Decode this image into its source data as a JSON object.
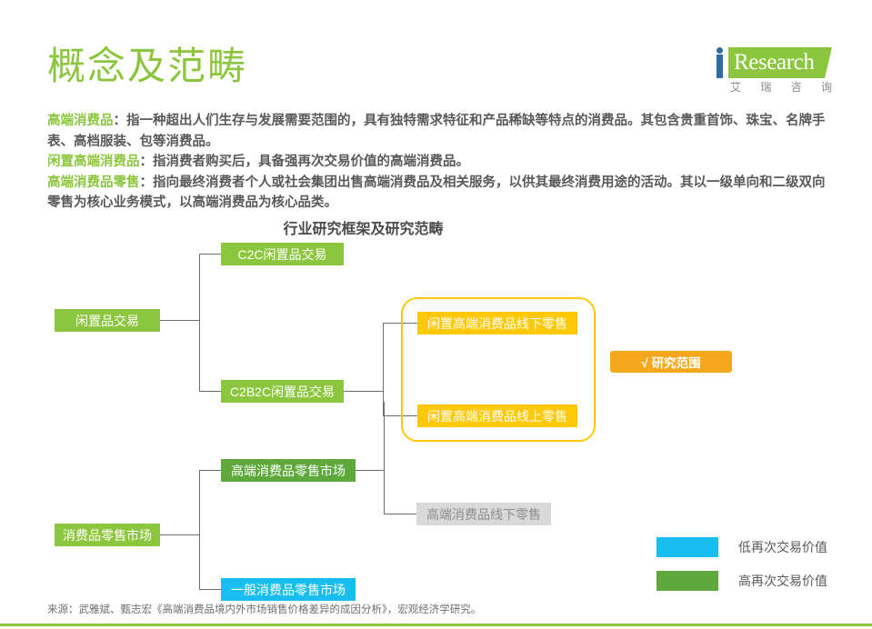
{
  "header": {
    "title": "概念及范畴",
    "logo": {
      "letter": "i",
      "word": "Research",
      "subtitle": "艾 瑞 咨 询",
      "brand_green": "#8CC63E",
      "brand_blue": "#2E6DA4"
    }
  },
  "definitions": [
    {
      "term": "高端消费品",
      "separator": "：",
      "text": "指一种超出人们生存与发展需要范围的，具有独特需求特征和产品稀缺等特点的消费品。其包含贵重首饰、珠宝、名牌手表、高档服装、包等消费品。"
    },
    {
      "term": "闲置高端消费品",
      "separator": "：",
      "text": "指消费者购买后，具备强再次交易价值的高端消费品。"
    },
    {
      "term": "高端消费品零售",
      "separator": "：",
      "text": "指向最终消费者个人或社会集团出售高端消费品及相关服务，以供其最终消费用途的活动。其以一级单向和二级双向零售为核心业务模式，以高端消费品为核心品类。"
    }
  ],
  "diagram": {
    "title": "行业研究框架及研究范畴",
    "nodes": {
      "idle_trade": "闲置品交易",
      "c2c": "C2C闲置品交易",
      "c2b2c": "C2B2C闲置品交易",
      "idle_luxury_offline": "闲置高端消费品线下零售",
      "idle_luxury_online": "闲置高端消费品线上零售",
      "consumer_retail_market": "消费品零售市场",
      "luxury_retail_market": "高端消费品零售市场",
      "luxury_offline_retail": "高端消费品线下零售",
      "general_consumer_retail_market": "一般消费品零售市场"
    },
    "scope_badge": "√ 研究范围",
    "colors": {
      "green_light": "#8CC63E",
      "green_dark": "#5EA83C",
      "blue": "#19BEF0",
      "yellow": "#FFC907",
      "orange": "#F5A81C",
      "gray": "#D9D9D9"
    }
  },
  "legend": [
    {
      "color": "#19BEF0",
      "label": "低再次交易价值"
    },
    {
      "color": "#5EA83C",
      "label": "高再次交易价值"
    }
  ],
  "footer": {
    "source": "来源：武雅斌、甄志宏《高端消费品境内外市场销售价格差异的成因分析》，宏观经济学研究。"
  }
}
